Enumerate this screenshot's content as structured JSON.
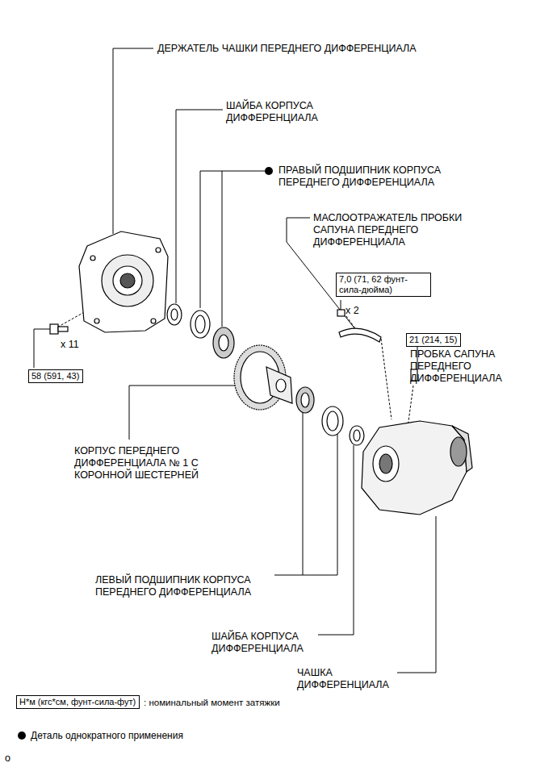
{
  "diagram": {
    "nodes": [
      {
        "text": [
          "7,0 (71, 62 фунт-сила-дюйма)"
        ]
      },
      {
        "text": [
          "21 (214, 15)"
        ]
      },
      {
        "text": [
          "58 (591, 43)"
        ]
      },
      {
        "text": [
          "Н*м (кгс*см, фунт-сила-фут)",
          ": номинальный момент затяжки"
        ]
      }
    ],
    "labels": [
      "ДЕРЖАТЕЛЬ ЧАШКИ ПЕРЕДНЕГО ДИФФЕРЕНЦИАЛА",
      "ШАЙБА КОРПУСА ДИФФЕРЕНЦИАЛА",
      "ПРАВЫЙ ПОДШИПНИК КОРПУСА ПЕРЕДНЕГО ДИФФЕРЕНЦИАЛА",
      "МАСЛООТРАЖАТЕЛЬ ПРОБКИ САПУНА ПЕРЕДНЕГО ДИФФЕРЕНЦИАЛА",
      "x 2",
      "ПРОБКА САПУНА ПЕРЕДНЕГО ДИФФЕРЕНЦИАЛА",
      "x 11",
      "КОРПУС ПЕРЕДНЕГО ДИФФЕРЕНЦИАЛА № 1 С КОРОННОЙ ШЕСТЕРНЕЙ",
      "ЛЕВЫЙ ПОДШИПНИК КОРПУСА ПЕРЕДНЕГО ДИФФЕРЕНЦИАЛА",
      "ШАЙБА КОРПУСА ДИФФЕРЕНЦИАЛА",
      "ЧАШКА ДИФФЕРЕНЦИАЛА",
      "o"
    ],
    "legend": [
      {
        "text": "Деталь однократного применения"
      }
    ]
  }
}
